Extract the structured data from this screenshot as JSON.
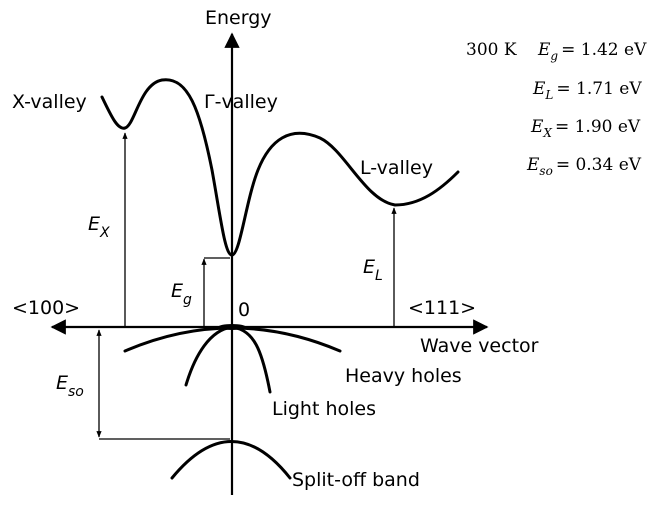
{
  "axes": {
    "energy": "Energy",
    "wave_vector": "Wave vector",
    "left_direction": "<100>",
    "right_direction": "<111>",
    "origin": "0"
  },
  "valleys": {
    "x": "X-valley",
    "gamma": "Γ-valley",
    "l": "L-valley"
  },
  "gaps": {
    "ex": "E",
    "ex_sub": "X",
    "eg": "E",
    "eg_sub": "g",
    "el": "E",
    "el_sub": "L",
    "eso": "E",
    "eso_sub": "so"
  },
  "bands": {
    "heavy": "Heavy holes",
    "light": "Light holes",
    "split": "Split-off band"
  },
  "legend": {
    "temperature": "300 K",
    "eg_sym": "E",
    "eg_sub": "g",
    "eg_val": "= 1.42 eV",
    "el_sym": "E",
    "el_sub": "L",
    "el_val": "= 1.71 eV",
    "ex_sym": "E",
    "ex_sub": "X",
    "ex_val": "= 1.90 eV",
    "eso_sym": "E",
    "eso_sub": "so",
    "eso_val": "= 0.34 eV"
  }
}
